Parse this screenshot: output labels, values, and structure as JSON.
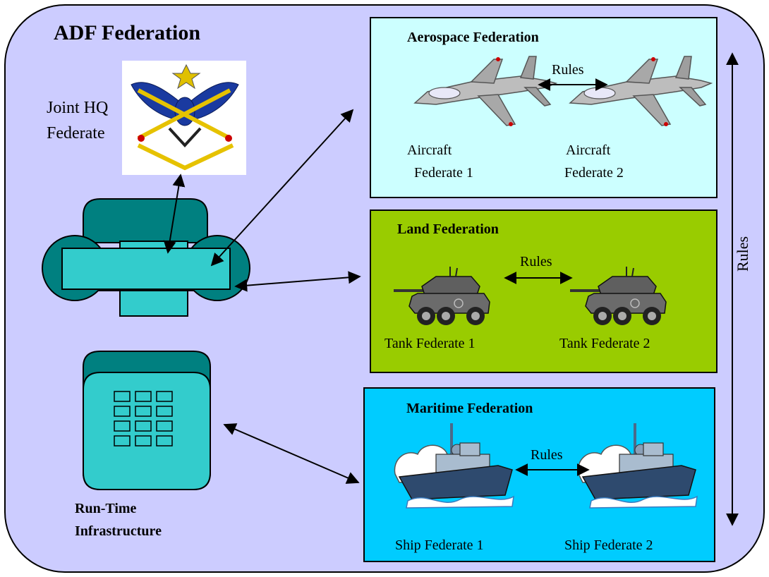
{
  "title": "ADF Federation",
  "joint_hq": {
    "line1": "Joint HQ",
    "line2": "Federate"
  },
  "rti": {
    "line1": "Run-Time",
    "line2": "Infrastructure"
  },
  "aerospace": {
    "title": "Aerospace Federation",
    "rules": "Rules",
    "fed1_line1": "Aircraft",
    "fed1_line2": "Federate 1",
    "fed2_line1": "Aircraft",
    "fed2_line2": "Federate 2"
  },
  "land": {
    "title": "Land Federation",
    "rules": "Rules",
    "fed1": "Tank Federate 1",
    "fed2": "Tank Federate 2"
  },
  "maritime": {
    "title": "Maritime Federation",
    "rules": "Rules",
    "fed1": "Ship Federate 1",
    "fed2": "Ship Federate 2"
  },
  "side_rules": "Rules",
  "colors": {
    "outer": "#ccccff",
    "aerospace": "#ccffff",
    "land": "#99cc00",
    "maritime": "#00ccff",
    "phone_dark": "#008080",
    "phone_light": "#33cccc"
  }
}
